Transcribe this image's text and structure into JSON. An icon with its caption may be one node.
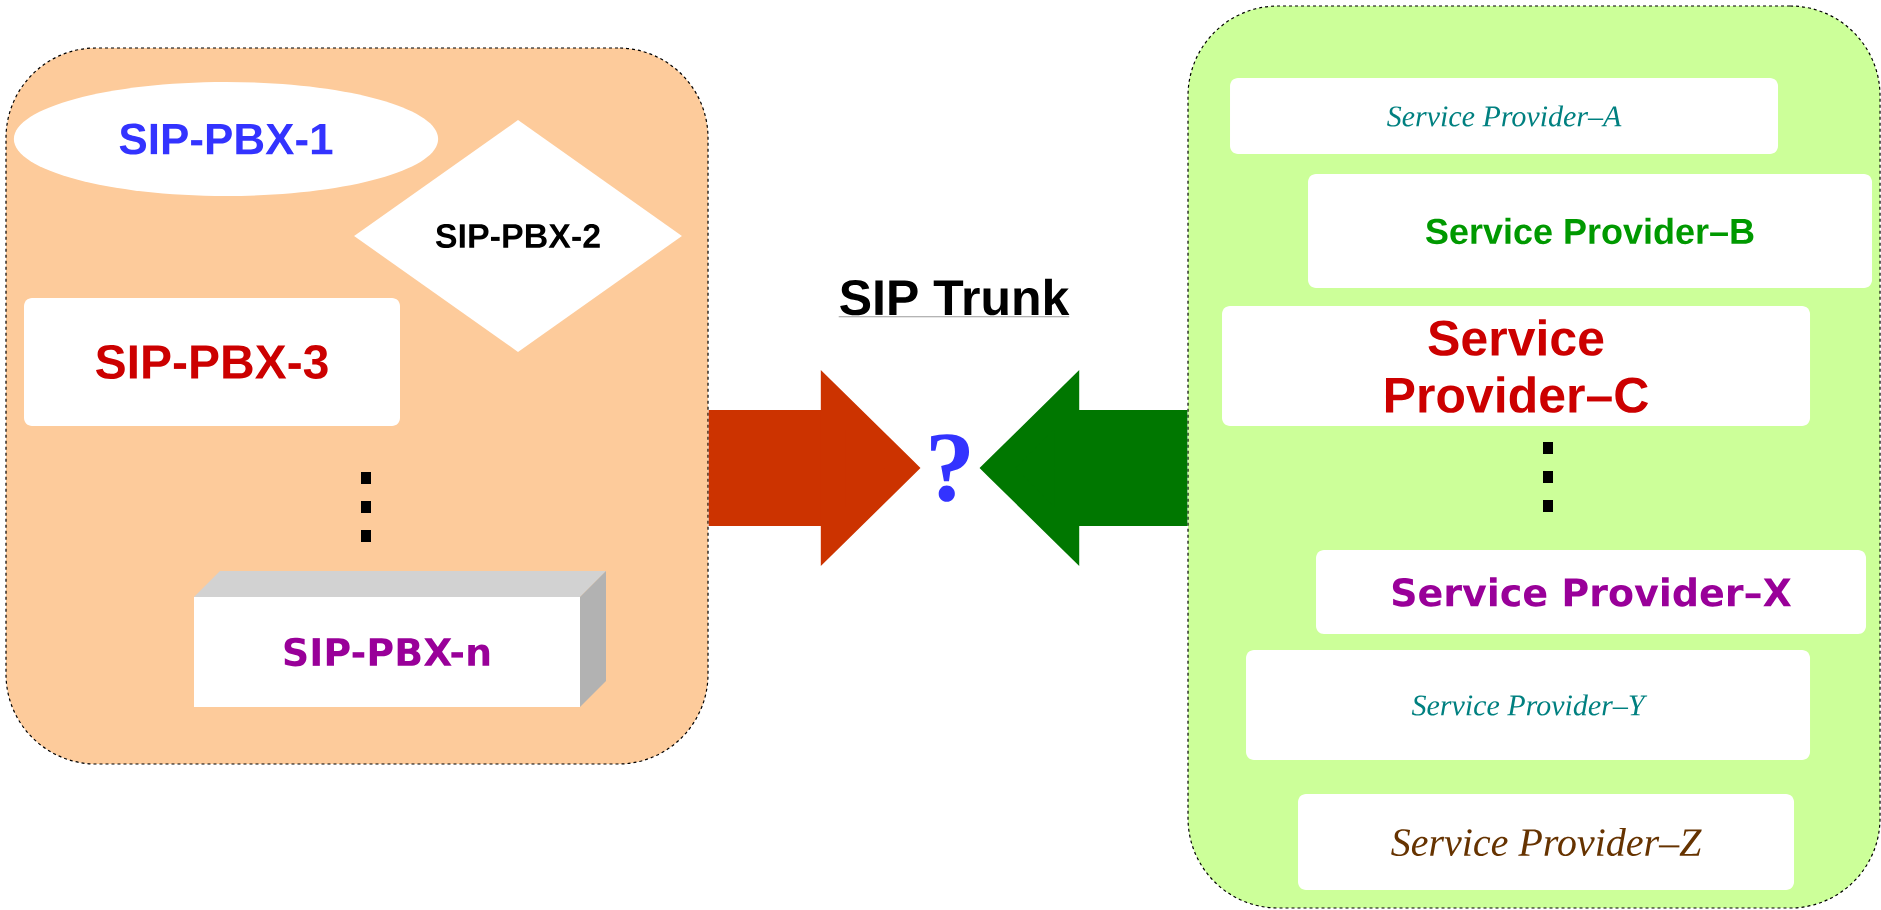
{
  "diagram": {
    "nodes": [
      {
        "text": [],
        "shape": "box"
      },
      {
        "text": [
          "SIP-PBX-1"
        ],
        "in": 0
      },
      {
        "text": [
          "SIP-PBX-2"
        ],
        "in": 0
      },
      {
        "text": [
          "SIP-PBX-3"
        ],
        "in": 0
      },
      {
        "text": [
          "SIP-PBX-n"
        ],
        "in": 0
      },
      {
        "text": [
          "?"
        ]
      },
      {
        "text": [],
        "shape": "box"
      },
      {
        "text": [
          "Service Provider–A"
        ],
        "in": 6
      },
      {
        "text": [
          "Service Provider–B"
        ],
        "in": 6
      },
      {
        "text": [
          "Service Provider–C"
        ],
        "in": 6
      },
      {
        "text": [
          "Service Provider–X"
        ],
        "in": 6
      },
      {
        "text": [
          "Service Provider–Y"
        ],
        "in": 6
      },
      {
        "text": [
          "Service Provider–Z"
        ],
        "in": 6
      }
    ],
    "edges": [
      {
        "from": 0,
        "to": 5,
        "arrow": "to",
        "color": "#cc3300"
      },
      {
        "from": 6,
        "to": 5,
        "arrow": "to",
        "color": "#007700"
      }
    ],
    "labels": [
      "SIP Trunk"
    ]
  }
}
